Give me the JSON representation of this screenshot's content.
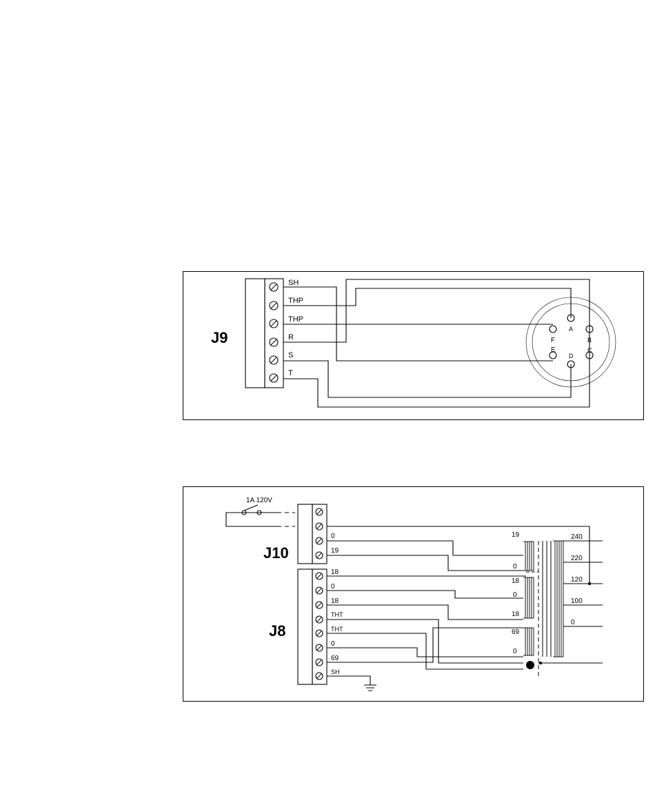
{
  "j9": {
    "title": "J9",
    "terminals": [
      "SH",
      "THP",
      "THP",
      "R",
      "S",
      "T"
    ],
    "connector_pins": {
      "A": "A",
      "B": "B",
      "C": "C",
      "D": "D",
      "E": "E",
      "F": "F"
    }
  },
  "j10": {
    "title": "J10",
    "switch_label": "1A 120V",
    "terminals": [
      "",
      "",
      "0",
      "19"
    ]
  },
  "j8": {
    "title": "J8",
    "terminals": [
      "18",
      "0",
      "18",
      "THT",
      "THT",
      "0",
      "69",
      "SH"
    ]
  },
  "transformer": {
    "secondary_labels": [
      "19",
      "0",
      "18",
      "0",
      "18",
      "69",
      "0"
    ],
    "primary_taps": [
      "240",
      "220",
      "120",
      "100",
      "0"
    ]
  }
}
